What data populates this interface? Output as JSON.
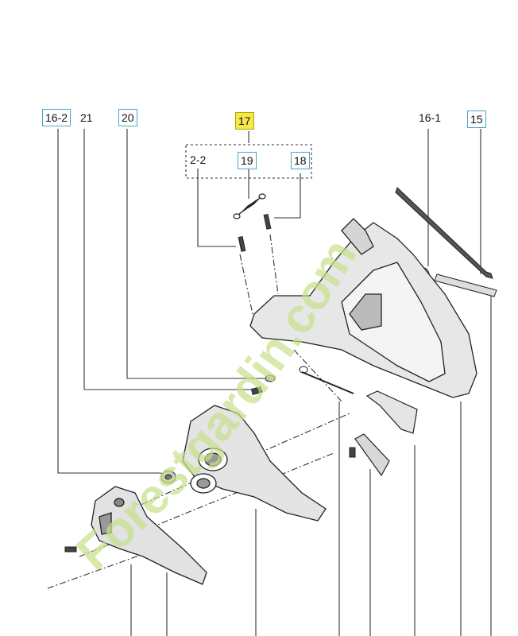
{
  "callouts": {
    "c16_2": "16-2",
    "c21": "21",
    "c20": "20",
    "c17": "17",
    "c2_2": "2-2",
    "c19": "19",
    "c18": "18",
    "c16_1": "16-1",
    "c15": "15"
  },
  "watermark": {
    "text": "Forestgardin.com",
    "color_green": "#c8e08a",
    "color_gray": "#d2cbbd",
    "color_orange": "#f3a23a"
  },
  "colors": {
    "line": "#333333",
    "box": "#4aa6c8",
    "highlight": "#f5e84a"
  }
}
